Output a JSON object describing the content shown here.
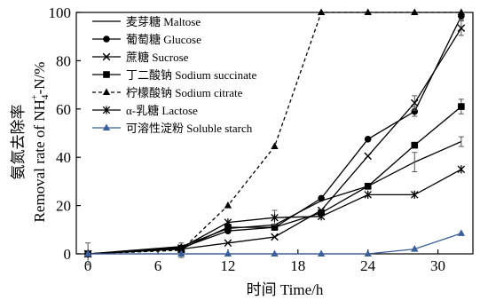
{
  "chart_data": {
    "type": "line",
    "xlabel": "时间 Time/h",
    "ylabel_top": "氨氮去除率",
    "ylabel_bottom": "Removal rate of NH",
    "ylabel_sup": "+",
    "ylabel_sub": "4",
    "ylabel_tail": "-N/%",
    "xlim": [
      -1,
      33
    ],
    "ylim": [
      0,
      100
    ],
    "xticks": [
      0,
      6,
      12,
      18,
      24,
      30
    ],
    "yticks": [
      0,
      20,
      40,
      60,
      80,
      100
    ],
    "grid": false,
    "legend_position": "top-left",
    "x": [
      0,
      8,
      12,
      16,
      20,
      24,
      28,
      32
    ],
    "series": [
      {
        "name": "麦芽糖 Maltose",
        "marker": "none",
        "dash": false,
        "color": "#000000",
        "values": [
          0,
          3,
          10.5,
          12,
          22,
          28,
          38,
          46.5
        ],
        "errors": [
          0,
          0,
          0,
          0,
          0,
          0,
          4,
          2
        ]
      },
      {
        "name": "葡萄糖 Glucose",
        "marker": "circle",
        "dash": false,
        "color": "#000000",
        "values": [
          0,
          2.5,
          9.5,
          11,
          23,
          47.5,
          59,
          98.5
        ],
        "errors": [
          0,
          0,
          0,
          0,
          0,
          0,
          2,
          1.5
        ]
      },
      {
        "name": "蔗糖 Sucrose",
        "marker": "x",
        "dash": false,
        "color": "#000000",
        "values": [
          0,
          2,
          4.5,
          7,
          18,
          40.5,
          62.5,
          93.5
        ],
        "errors": [
          0,
          0,
          0,
          0,
          0,
          0,
          3,
          3
        ]
      },
      {
        "name": "丁二酸钠 Sodium succinate",
        "marker": "square",
        "dash": false,
        "color": "#000000",
        "values": [
          0,
          2,
          11,
          11,
          17,
          28,
          45,
          61
        ],
        "errors": [
          0,
          0,
          0,
          0,
          0,
          0,
          0,
          3
        ]
      },
      {
        "name": "柠檬酸钠 Sodium citrate",
        "marker": "triangle",
        "dash": true,
        "color": "#000000",
        "values": [
          0,
          1.5,
          20,
          44.5,
          100,
          100,
          100,
          100
        ],
        "errors": [
          4.5,
          3,
          0,
          0,
          0,
          0,
          0,
          0
        ]
      },
      {
        "name": "α-乳糖 Lactose",
        "marker": "asterisk",
        "dash": false,
        "color": "#000000",
        "values": [
          0,
          2.5,
          13,
          15,
          15.5,
          24.5,
          24.5,
          35
        ],
        "errors": [
          0,
          0,
          0,
          3,
          0,
          0,
          0,
          0
        ]
      },
      {
        "name": "可溶性淀粉 Soluble starch",
        "marker": "triangle",
        "dash": false,
        "color": "#3a5f9a",
        "values": [
          0,
          0,
          0,
          0,
          0,
          0,
          2,
          8.5
        ],
        "errors": [
          0,
          0,
          0,
          0,
          0,
          0,
          0,
          0
        ]
      }
    ]
  }
}
